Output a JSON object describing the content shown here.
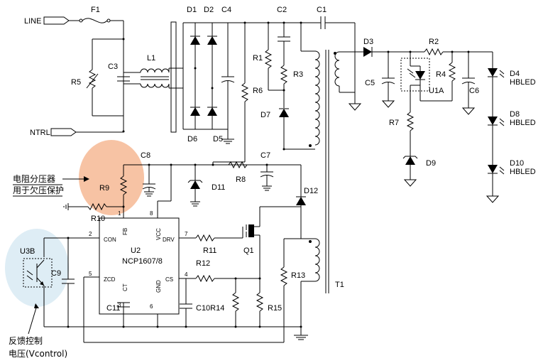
{
  "nets": {
    "line": "LINE",
    "ntrl": "NTRL"
  },
  "components": {
    "f1": "F1",
    "r5": "R5",
    "c3": "C3",
    "l1": "L1",
    "d1": "D1",
    "d2": "D2",
    "d5": "D5",
    "d6": "D6",
    "c4": "C4",
    "c2": "C2",
    "c1": "C1",
    "r1": "R1",
    "r3": "R3",
    "r6": "R6",
    "d7": "D7",
    "d3": "D3",
    "r2": "R2",
    "c5": "C5",
    "u1a": "U1A",
    "r4": "R4",
    "c6": "C6",
    "r7": "R7",
    "d9": "D9",
    "c8": "C8",
    "c7": "C7",
    "r8": "R8",
    "r9": "R9",
    "r10": "R10",
    "d11": "D11",
    "d12": "D12",
    "q1": "Q1",
    "r11": "R11",
    "r12": "R12",
    "r13": "R13",
    "c9": "C9",
    "c11": "C11",
    "c10r14": "C10R14",
    "r15": "R15",
    "t1": "T1",
    "u3b": "U3B"
  },
  "leds": [
    {
      "ref": "D4",
      "type": "HBLED"
    },
    {
      "ref": "D8",
      "type": "HBLED"
    },
    {
      "ref": "D10",
      "type": "HBLED"
    }
  ],
  "ic": {
    "ref": "U2",
    "part": "NCP1607/8",
    "pins": {
      "fb": "FB",
      "con": "CON",
      "zcd": "ZCD",
      "ct": "CT",
      "gnd": "GND",
      "cs": "CS",
      "drv": "DRV",
      "vcc": "VCC"
    },
    "pin_numbers": {
      "p1": "1",
      "p2": "2",
      "p3": "3",
      "p4": "4",
      "p5": "5",
      "p6": "6",
      "p7": "7",
      "p8": "8"
    }
  },
  "annotations": {
    "divider_line1": "电阻分压器",
    "divider_line2": "用于欠压保护",
    "feedback_line1": "反馈控制",
    "feedback_line2": "电压(Vcontrol)"
  },
  "colors": {
    "highlight_r9": "#f7c3a4",
    "highlight_u3b": "#deedf5"
  }
}
